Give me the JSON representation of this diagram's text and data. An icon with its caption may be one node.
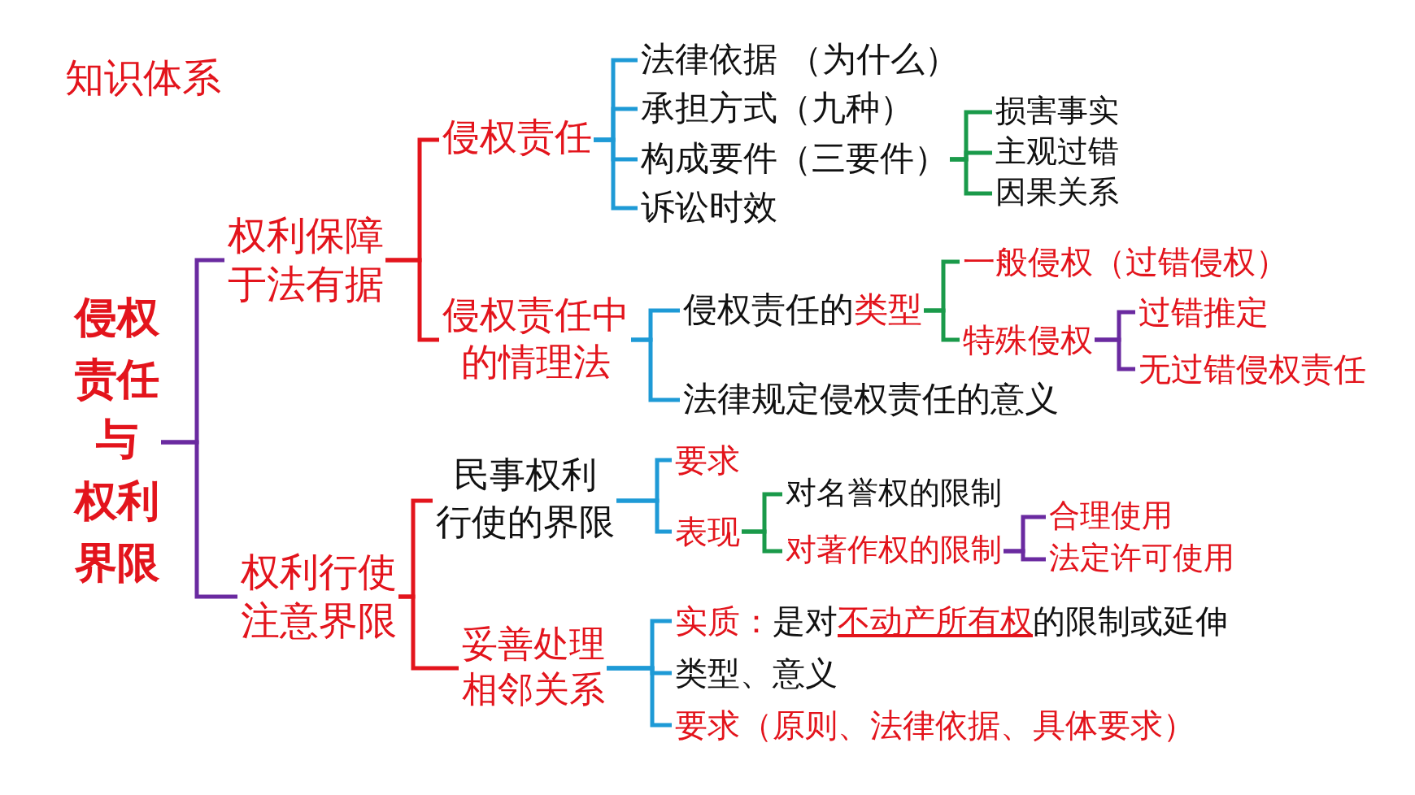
{
  "diagram": {
    "title": "知识体系",
    "nodes": [
      {
        "text": [
          "侵权责任与权利界限"
        ]
      },
      {
        "text": [
          "权利保障于法有据"
        ]
      },
      {
        "text": [
          "权利行使注意界限"
        ]
      },
      {
        "text": [
          "侵权责任"
        ]
      },
      {
        "text": [
          "侵权责任中的情理法"
        ]
      },
      {
        "text": [
          "法律依据 （为什么）"
        ]
      },
      {
        "text": [
          "承担方式（九种）"
        ]
      },
      {
        "text": [
          "构成要件（三要件）"
        ]
      },
      {
        "text": [
          "诉讼时效"
        ]
      },
      {
        "text": [
          "损害事实"
        ]
      },
      {
        "text": [
          "主观过错"
        ]
      },
      {
        "text": [
          "因果关系"
        ]
      },
      {
        "text": [
          "侵权责任的",
          "类型"
        ]
      },
      {
        "text": [
          "法律规定侵权责任的意义"
        ]
      },
      {
        "text": [
          "一般侵权（过错侵权）"
        ]
      },
      {
        "text": [
          "特殊侵权"
        ]
      },
      {
        "text": [
          "过错推定"
        ]
      },
      {
        "text": [
          "无过错侵权责任"
        ]
      },
      {
        "text": [
          "民事权利行使的界限"
        ]
      },
      {
        "text": [
          "妥善处理相邻关系"
        ]
      },
      {
        "text": [
          "要求"
        ]
      },
      {
        "text": [
          "表现"
        ]
      },
      {
        "text": [
          "对名誉权的限制"
        ]
      },
      {
        "text": [
          "对著作权的限制"
        ]
      },
      {
        "text": [
          "合理使用"
        ]
      },
      {
        "text": [
          "法定许可使用"
        ]
      },
      {
        "text": [
          "实质：",
          "是对",
          "不动产所有权",
          "的限制或延伸"
        ]
      },
      {
        "text": [
          "类型、意义"
        ]
      },
      {
        "text": [
          "要求（原则、法律依据、具体要求）"
        ]
      }
    ],
    "edges": [
      {
        "from": 0,
        "to": 1,
        "arrow": "none",
        "color": "#6a2aa0"
      },
      {
        "from": 0,
        "to": 2,
        "arrow": "none",
        "color": "#6a2aa0"
      },
      {
        "from": 1,
        "to": 3,
        "arrow": "none",
        "color": "#e3141c"
      },
      {
        "from": 1,
        "to": 4,
        "arrow": "none",
        "color": "#e3141c"
      },
      {
        "from": 2,
        "to": 18,
        "arrow": "none",
        "color": "#e3141c"
      },
      {
        "from": 2,
        "to": 19,
        "arrow": "none",
        "color": "#e3141c"
      },
      {
        "from": 3,
        "to": 5,
        "arrow": "none"
      },
      {
        "from": 3,
        "to": 6,
        "arrow": "none"
      },
      {
        "from": 3,
        "to": 7,
        "arrow": "none"
      },
      {
        "from": 3,
        "to": 8,
        "arrow": "none"
      },
      {
        "from": 7,
        "to": 9,
        "arrow": "none",
        "color": "#1a9a4a"
      },
      {
        "from": 7,
        "to": 10,
        "arrow": "none",
        "color": "#1a9a4a"
      },
      {
        "from": 7,
        "to": 11,
        "arrow": "none",
        "color": "#1a9a4a"
      },
      {
        "from": 4,
        "to": 12,
        "arrow": "none"
      },
      {
        "from": 4,
        "to": 13,
        "arrow": "none"
      },
      {
        "from": 12,
        "to": 14,
        "arrow": "none",
        "color": "#1a9a4a"
      },
      {
        "from": 12,
        "to": 15,
        "arrow": "none",
        "color": "#1a9a4a"
      },
      {
        "from": 15,
        "to": 16,
        "arrow": "none",
        "color": "#6a2aa0"
      },
      {
        "from": 15,
        "to": 17,
        "arrow": "none",
        "color": "#6a2aa0"
      },
      {
        "from": 18,
        "to": 20,
        "arrow": "none"
      },
      {
        "from": 18,
        "to": 21,
        "arrow": "none"
      },
      {
        "from": 21,
        "to": 22,
        "arrow": "none",
        "color": "#1a9a4a"
      },
      {
        "from": 21,
        "to": 23,
        "arrow": "none",
        "color": "#1a9a4a"
      },
      {
        "from": 23,
        "to": 24,
        "arrow": "none",
        "color": "#6a2aa0"
      },
      {
        "from": 23,
        "to": 25,
        "arrow": "none",
        "color": "#6a2aa0"
      },
      {
        "from": 19,
        "to": 26,
        "arrow": "none"
      },
      {
        "from": 19,
        "to": 27,
        "arrow": "none"
      },
      {
        "from": 19,
        "to": 28,
        "arrow": "none"
      }
    ]
  }
}
